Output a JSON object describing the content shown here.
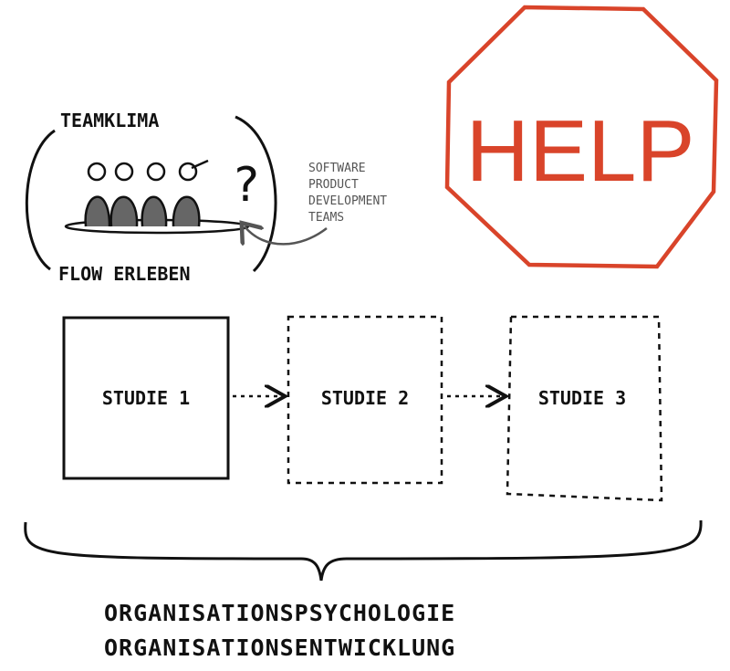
{
  "top_left": {
    "title_top": "TEAMKLIMA",
    "title_bottom": "FLOW ERLEBEN",
    "question_mark": "?",
    "annotation": [
      "SOFTWARE",
      "PRODUCT",
      "DEVELOPMENT",
      "TEAMS"
    ]
  },
  "stop_sign": {
    "label": "HELP",
    "color": "#d9442a"
  },
  "studies": [
    {
      "label": "STUDIE 1",
      "style": "solid"
    },
    {
      "label": "STUDIE 2",
      "style": "dashed"
    },
    {
      "label": "STUDIE 3",
      "style": "dashed"
    }
  ],
  "footer": {
    "line1": "ORGANISATIONSPSYCHOLOGIE",
    "line2": "ORGANISATIONSENTWICKLUNG"
  }
}
